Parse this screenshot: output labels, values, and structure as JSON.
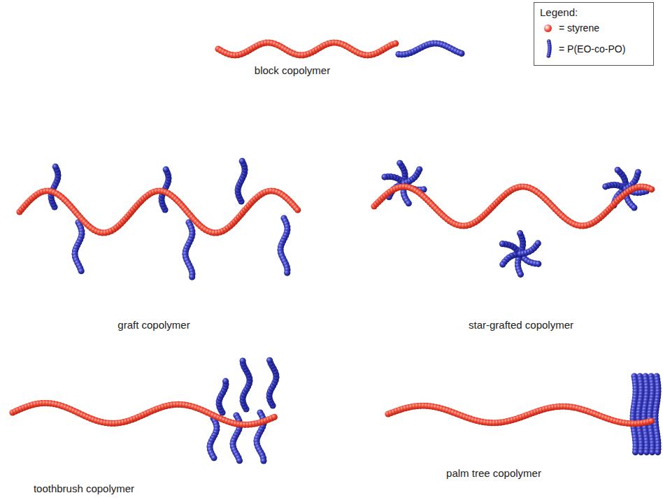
{
  "diagram": {
    "labels": [
      "Legend:",
      "block copolymer",
      "graft copolymer",
      "star-grafted copolymer",
      "toothbrush copolymer",
      "palm tree copolymer"
    ],
    "legend": [
      {
        "text": "= styrene",
        "color": "#e8402e"
      },
      {
        "text": "= P(EO-co-PO)"
      }
    ]
  }
}
